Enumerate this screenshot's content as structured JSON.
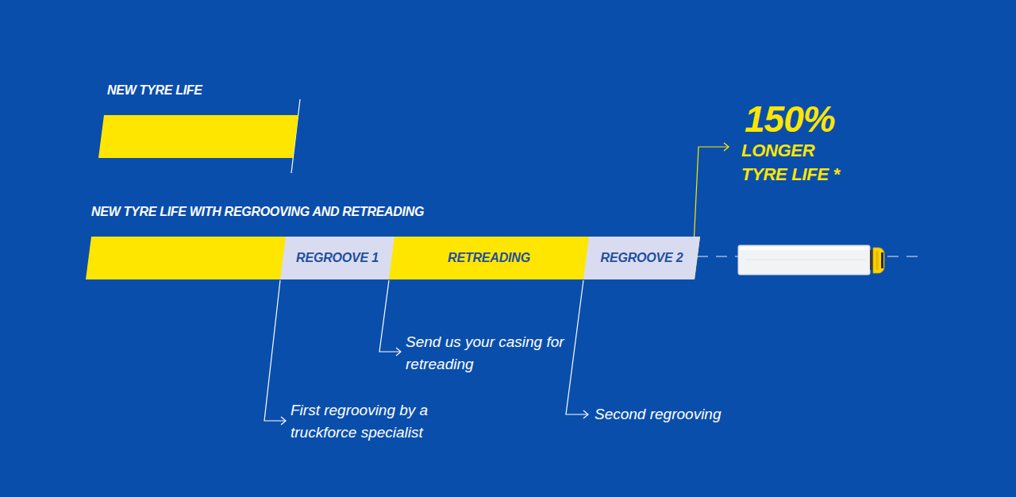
{
  "diagram": {
    "nodes": [
      {
        "text": [
          "NEW TYRE LIFE"
        ]
      },
      {
        "text": [
          "NEW TYRE LIFE WITH REGROOVING AND RETREADING"
        ]
      },
      {
        "text": [
          "REGROOVE 1"
        ],
        "in": 1
      },
      {
        "text": [
          "RETREADING"
        ],
        "in": 1
      },
      {
        "text": [
          "REGROOVE 2"
        ],
        "in": 1
      }
    ],
    "labels": [
      "150%",
      "LONGER TYRE LIFE *",
      "Send us your casing for retreading",
      "First regrooving by a truckforce specialist",
      "Second regrooving"
    ]
  }
}
